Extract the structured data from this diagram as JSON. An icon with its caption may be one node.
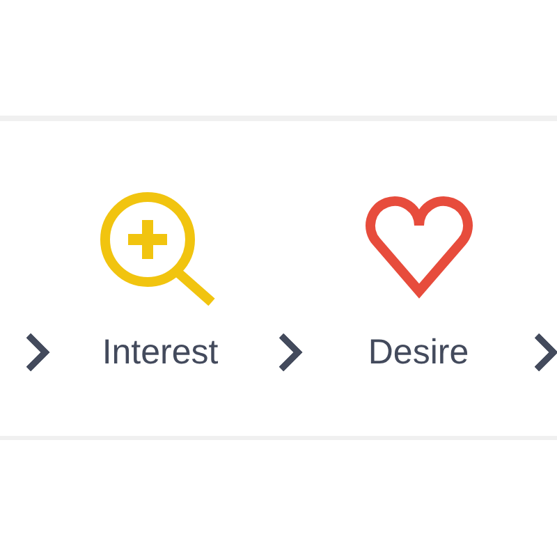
{
  "diagram": {
    "nodes": [
      {
        "text": [
          "Interest"
        ]
      },
      {
        "text": [
          "Desire"
        ]
      }
    ],
    "edges": [
      {
        "from": null,
        "to": 0,
        "arrow": "to"
      },
      {
        "from": 0,
        "to": 1,
        "arrow": "to"
      },
      {
        "from": 1,
        "to": null,
        "arrow": "to"
      }
    ]
  }
}
